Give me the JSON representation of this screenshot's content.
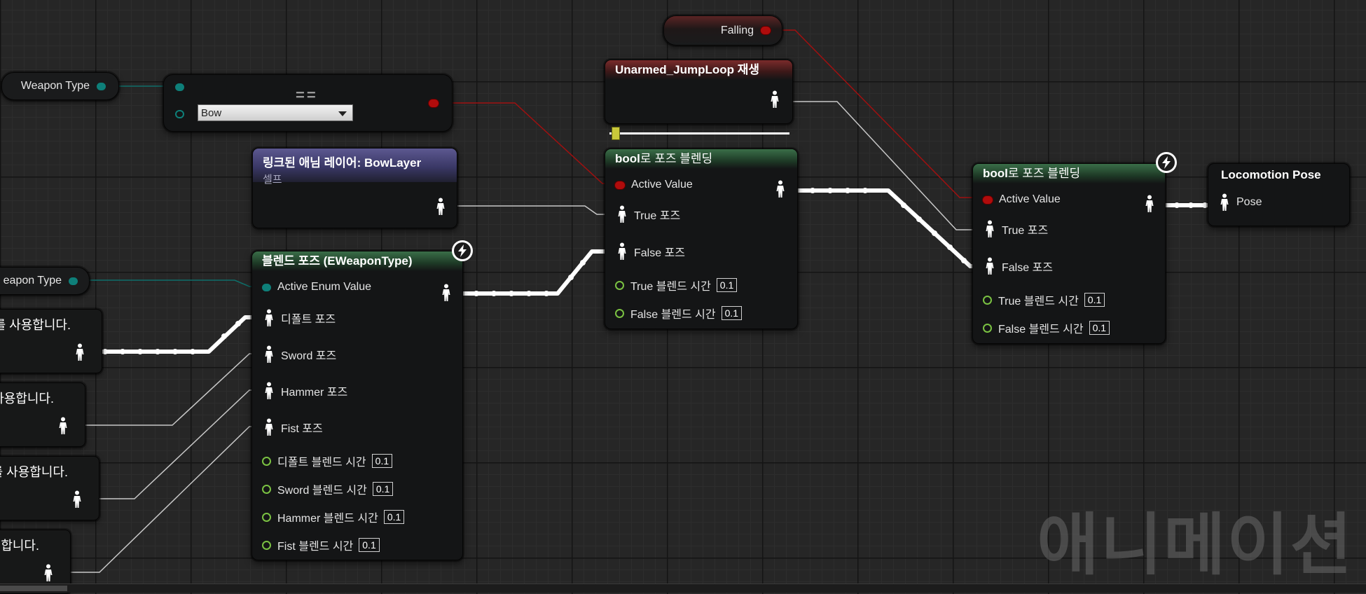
{
  "colors": {
    "exec_pose": "#ffffff",
    "bool_pin": "#b00c0c",
    "enum_pin": "#0e7f79",
    "float_pin": "#7ac142",
    "bool_header": "#3a6e48",
    "anim_header": "#7a2b2b",
    "layer_header": "#5c5890"
  },
  "icons": {
    "pose": "pose-figure-icon",
    "lightning": "lightning-icon",
    "dropdown": "chevron-down-icon"
  },
  "var_weapon_type": {
    "label": "Weapon Type"
  },
  "var_weapon_type_2": {
    "label": "eapon Type"
  },
  "var_falling": {
    "label": "Falling"
  },
  "compare_node": {
    "title": "==",
    "select_value": "Bow"
  },
  "play_node": {
    "title": "Unarmed_JumpLoop 재생",
    "progress": 0.02
  },
  "linked_layer_node": {
    "title": "링크된 애님 레이어: BowLayer",
    "subtitle": "셀프"
  },
  "blend_enum_node": {
    "title": "블렌드 포즈 (EWeaponType)",
    "active": "Active Enum Value",
    "poses": [
      "디폴트 포즈",
      "Sword 포즈",
      "Hammer 포즈",
      "Fist 포즈"
    ],
    "times": [
      {
        "label": "디폴트 블렌드 시간",
        "value": "0.1"
      },
      {
        "label": "Sword 블렌드 시간",
        "value": "0.1"
      },
      {
        "label": "Hammer 블렌드 시간",
        "value": "0.1"
      },
      {
        "label": "Fist 블렌드 시간",
        "value": "0.1"
      }
    ]
  },
  "bool_blend_1": {
    "title_a": "bool",
    "title_b": "로 포즈 블렌딩",
    "active": "Active Value",
    "true_pose": "True 포즈",
    "false_pose": "False 포즈",
    "true_time": {
      "label": "True 블렌드 시간",
      "value": "0.1"
    },
    "false_time": {
      "label": "False 블렌드 시간",
      "value": "0.1"
    }
  },
  "bool_blend_2": {
    "title_a": "bool",
    "title_b": "로 포즈 블렌딩",
    "active": "Active Value",
    "true_pose": "True 포즈",
    "false_pose": "False 포즈",
    "true_time": {
      "label": "True 블렌드 시간",
      "value": "0.1"
    },
    "false_time": {
      "label": "False 블렌드 시간",
      "value": "0.1"
    }
  },
  "output_node": {
    "title": "Locomotion Pose",
    "pin": "Pose"
  },
  "comments": [
    {
      "text": "를 사용합니다."
    },
    {
      "text": "사용합니다."
    },
    {
      "text": "를 사용합니다."
    },
    {
      "text": "합니다."
    }
  ],
  "watermark": "애니메이션"
}
